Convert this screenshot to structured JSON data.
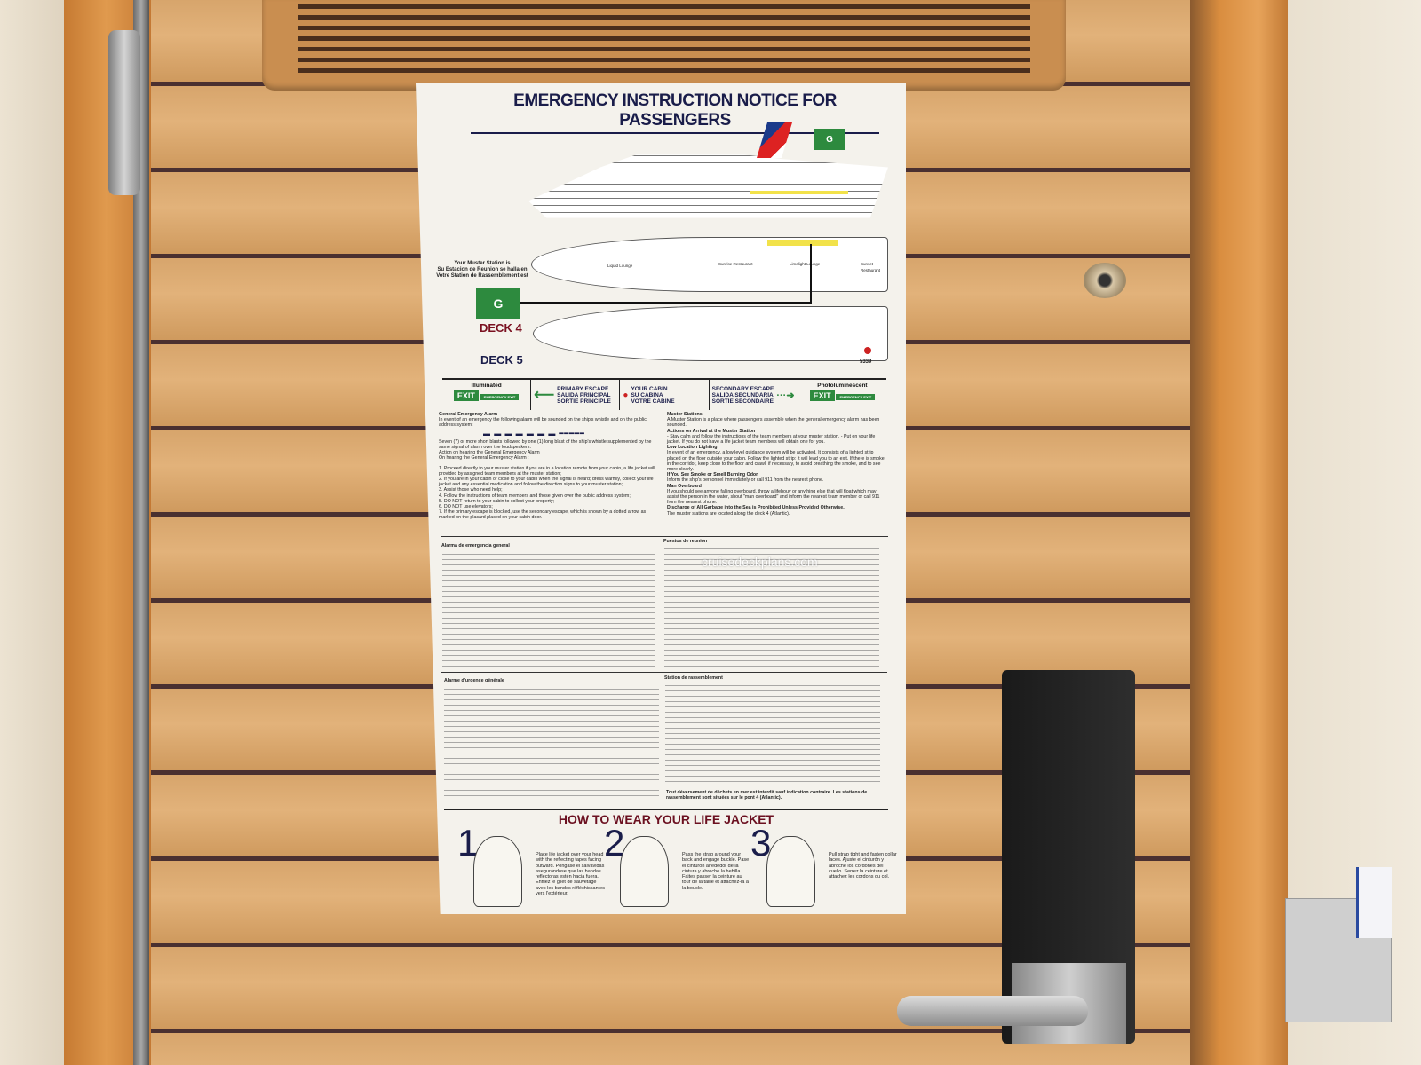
{
  "notice": {
    "title": "EMERGENCY INSTRUCTION NOTICE FOR PASSENGERS",
    "muster_station_label": [
      "Your Muster Station is",
      "Su Estacion de Reunion se halla en",
      "Votre Station de Rassemblement est"
    ],
    "muster_station": "G",
    "deck4": "DECK 4",
    "deck5": "DECK 5",
    "cabin_number": "5339",
    "deck_rooms": [
      "Liquid Lounge",
      "Sunrise Restaurant",
      "Limelight Lounge",
      "Sunset Restaurant"
    ],
    "legend": {
      "illuminated": "Illuminated",
      "exit": "EXIT",
      "emergency_exit": "EMERGENCY EXIT",
      "primary": [
        "PRIMARY ESCAPE",
        "SALIDA PRINCIPAL",
        "SORTIE PRINCIPLE"
      ],
      "cabin": [
        "YOUR CABIN",
        "SU CABINA",
        "VOTRE CABINE"
      ],
      "secondary": [
        "SECONDARY ESCAPE",
        "SALIDA SECUNDARIA",
        "SORTIE SECONDAIRE"
      ],
      "photoluminescent": "Photoluminescent"
    },
    "alarm": {
      "heading": "General Emergency Alarm",
      "intro": "In event of an emergency the following alarm will be sounded on the ship's whistle and on the public address system:",
      "signal": "▬ ▬ ▬ ▬ ▬ ▬ ▬ ━━━━━",
      "desc": "Seven (7) or more short blasts followed by one (1) long blast of the ship's whistle supplemented by the same signal of alarm over the loudspeakers.",
      "action_heading": "Action on hearing the General Emergency Alarm",
      "action_sub": "On hearing the General Emergency Alarm :",
      "steps": [
        "1. Proceed directly to your muster station if you are in a location remote from your cabin, a life jacket will provided by assigned team members at the muster station;",
        "2. If you are in your cabin or close to your cabin when the signal is heard; dress warmly, collect your life jacket and any essential medication and follow the direction signs to your muster station;",
        "3. Assist those who need help;",
        "4. Follow the instructions of team members and those given over the public address system;",
        "5. DO NOT return to your cabin to collect your property;",
        "6. DO NOT use elevators;",
        "7. If the primary escape is blocked, use the secondary escape, which is shown by a dotted arrow as marked on the placard placed on your cabin door."
      ]
    },
    "right_col": [
      {
        "h": "Muster Stations",
        "t": "A Muster Station is a place where passengers assemble when the general emergency alarm has been sounded."
      },
      {
        "h": "Actions on Arrival at the Muster Station",
        "t": "- Stay calm and follow the instructions of the team members at your muster station. - Put on your life jacket. If you do not have a life jacket team members will obtain one for you."
      },
      {
        "h": "Low Location Lighting",
        "t": "In event of an emergency, a low level guidance system will be activated. It consists of a lighted strip placed on the floor outside your cabin. Follow the lighted strip: It will lead you to an exit. If there is smoke in the corridor, keep close to the floor and crawl, if necessary, to avoid breathing the smoke, and to see more clearly."
      },
      {
        "h": "If You See Smoke or Smell Burning Odor",
        "t": "Inform the ship's personnel immediately or call 911 from the nearest phone."
      },
      {
        "h": "Man Overboard",
        "t": "If you should see anyone falling overboard, throw a lifebouy or anything else that will float which may assist the person in the water, shout \"man overboard\" and inform the nearest team member or call 911 from the nearest phone."
      },
      {
        "h": "Discharge of All Garbage into the Sea is Prohibited Unless Provided Otherwise.",
        "t": "The muster stations are located along the deck 4 (Atlantic)."
      }
    ],
    "spanish_heading": "Alarma de emergencia general",
    "spanish_right_heading": "Puestos de reunión",
    "french_heading": "Alarme d'urgence générale",
    "french_right_heading": "Station de rassemblement",
    "french_footer": "Tout déversement de déchets en mer est interdit sauf indication contraire. Les stations de rassemblement sont situées sur le pont 4 (Atlantic).",
    "lifejacket_title": "HOW TO WEAR YOUR LIFE JACKET",
    "lifejacket_steps": [
      {
        "num": "1",
        "text": "Place life jacket over your head with the reflecting tapes facing outward. Póngase el salvavidas asegurándose que las bandas reflectoras estén hacia fuera. Enfilez le gilet de sauvetage avec les bandes réfléchissantes vers l'extérieur."
      },
      {
        "num": "2",
        "text": "Pass the strap around your back and engage buckle. Pase el cinturón alrededor de la cintura y abroche la hebilla. Faites passer la ceinture au tour de la taille et attachez-la à la boucle."
      },
      {
        "num": "3",
        "text": "Pull strap tight and fasten collar laces. Ajuste el cinturón y abroche los cordones del cuello. Serrez la ceinture et attachez les cordons du col."
      }
    ]
  },
  "watermark": "cruisedeckplans.com"
}
